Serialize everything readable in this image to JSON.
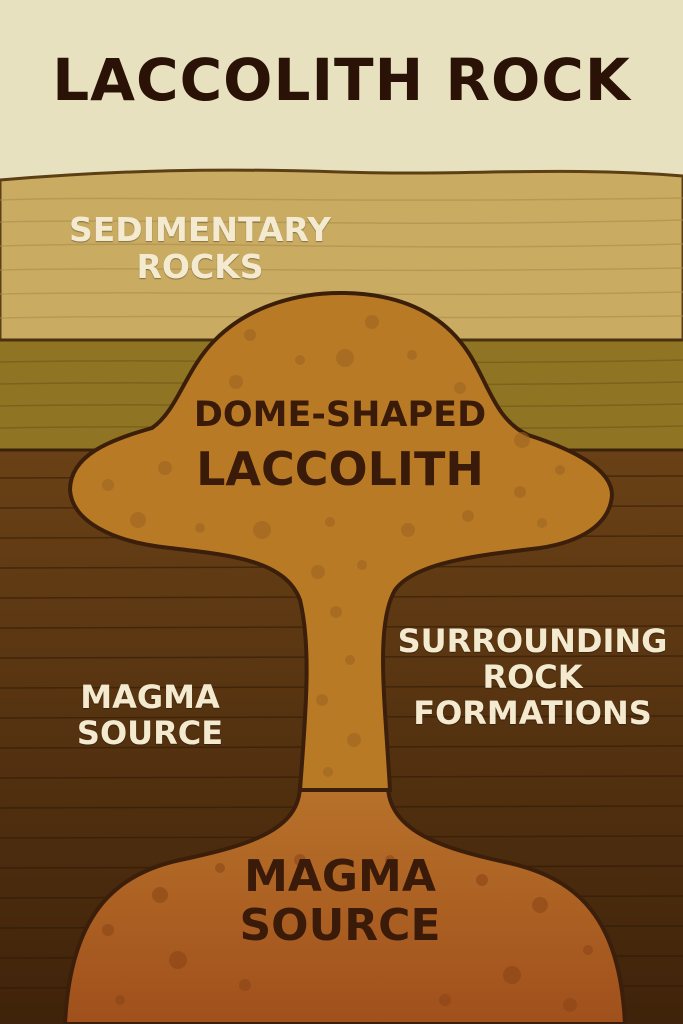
{
  "title": "LACCOLITH ROCK",
  "labels": {
    "sedimentary": "SEDIMENTARY\nROCKS",
    "laccolith_top": "DOME-SHAPED",
    "laccolith_bottom": "LACCOLITH",
    "surrounding": "SURROUNDING\nROCK\nFORMATIONS",
    "magma_left": "MAGMA\nSOURCE",
    "magma_bottom": "MAGMA\nSOURCE"
  },
  "colors": {
    "sky": "#e8e1bf",
    "sediment_light": "#c9ab62",
    "sediment_mid": "#8f7423",
    "rock_dark": "#5c3812",
    "rock_deep": "#3f230a",
    "laccolith": "#b97a26",
    "magma": "#a9591f",
    "outline": "#3b1f0b"
  }
}
